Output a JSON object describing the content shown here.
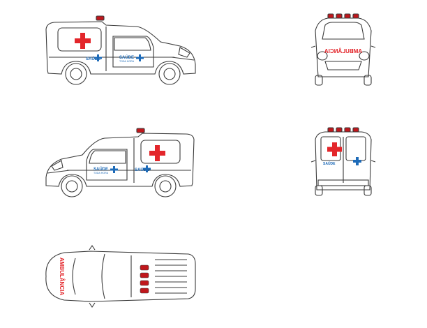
{
  "livery": {
    "brand_name": "SAÚDE",
    "brand_subtitle": "TODA HORA",
    "side_brand_name": "SAÚDE",
    "side_brand_subtitle": "TODA HORA",
    "small_tag": "SAÚDE",
    "front_lettering": "AMBULÂNCIA",
    "rear_tag": "SAÚDE",
    "roof_lettering": "AMBULÂNCIA"
  },
  "colors": {
    "outline": "#3a3a3a",
    "cross_red": "#e3262b",
    "brand_blue": "#1e6bb8",
    "light_red": "#c0171c"
  },
  "icons": {
    "medical_cross": "red-cross-icon",
    "brand_logo": "blue-cross-logo-icon",
    "warning_light": "roof-light-icon"
  }
}
